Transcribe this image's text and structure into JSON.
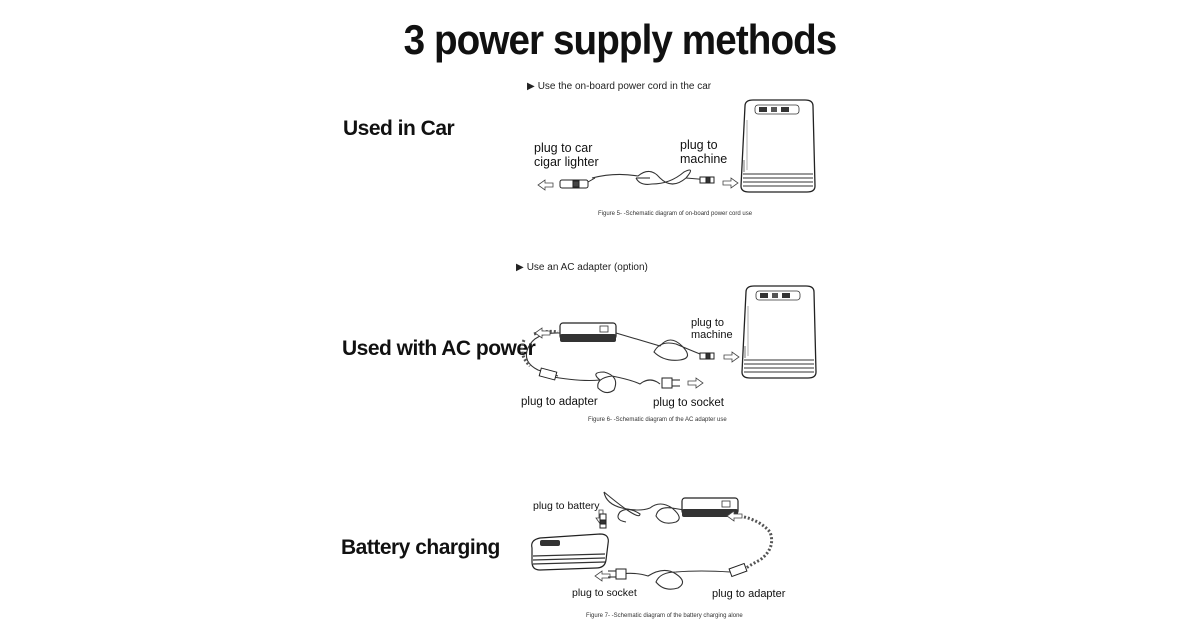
{
  "title": "3 power supply methods",
  "sections": {
    "car": {
      "heading": "Used in Car",
      "note": "Use the on-board power cord in the car",
      "labels": {
        "cigar": "plug to car\ncigar lighter",
        "machine": "plug to\nmachine"
      },
      "caption": "Figure 5- -Schematic diagram of on-board power cord use"
    },
    "ac": {
      "heading": "Used with AC power",
      "note": "Use an AC adapter (option)",
      "labels": {
        "machine": "plug to\nmachine",
        "adapter": "plug to adapter",
        "socket": "plug to socket"
      },
      "caption": "Figure 6- -Schematic diagram of the AC adapter use"
    },
    "battery": {
      "heading": "Battery charging",
      "labels": {
        "battery": "plug to battery",
        "socket": "plug to socket",
        "adapter": "plug to adapter"
      },
      "caption": "Figure 7- -Schematic diagram of the battery charging alone"
    }
  },
  "icons": {
    "bullet": "triangle-right-icon",
    "arrow": "hollow-arrow-icon"
  }
}
